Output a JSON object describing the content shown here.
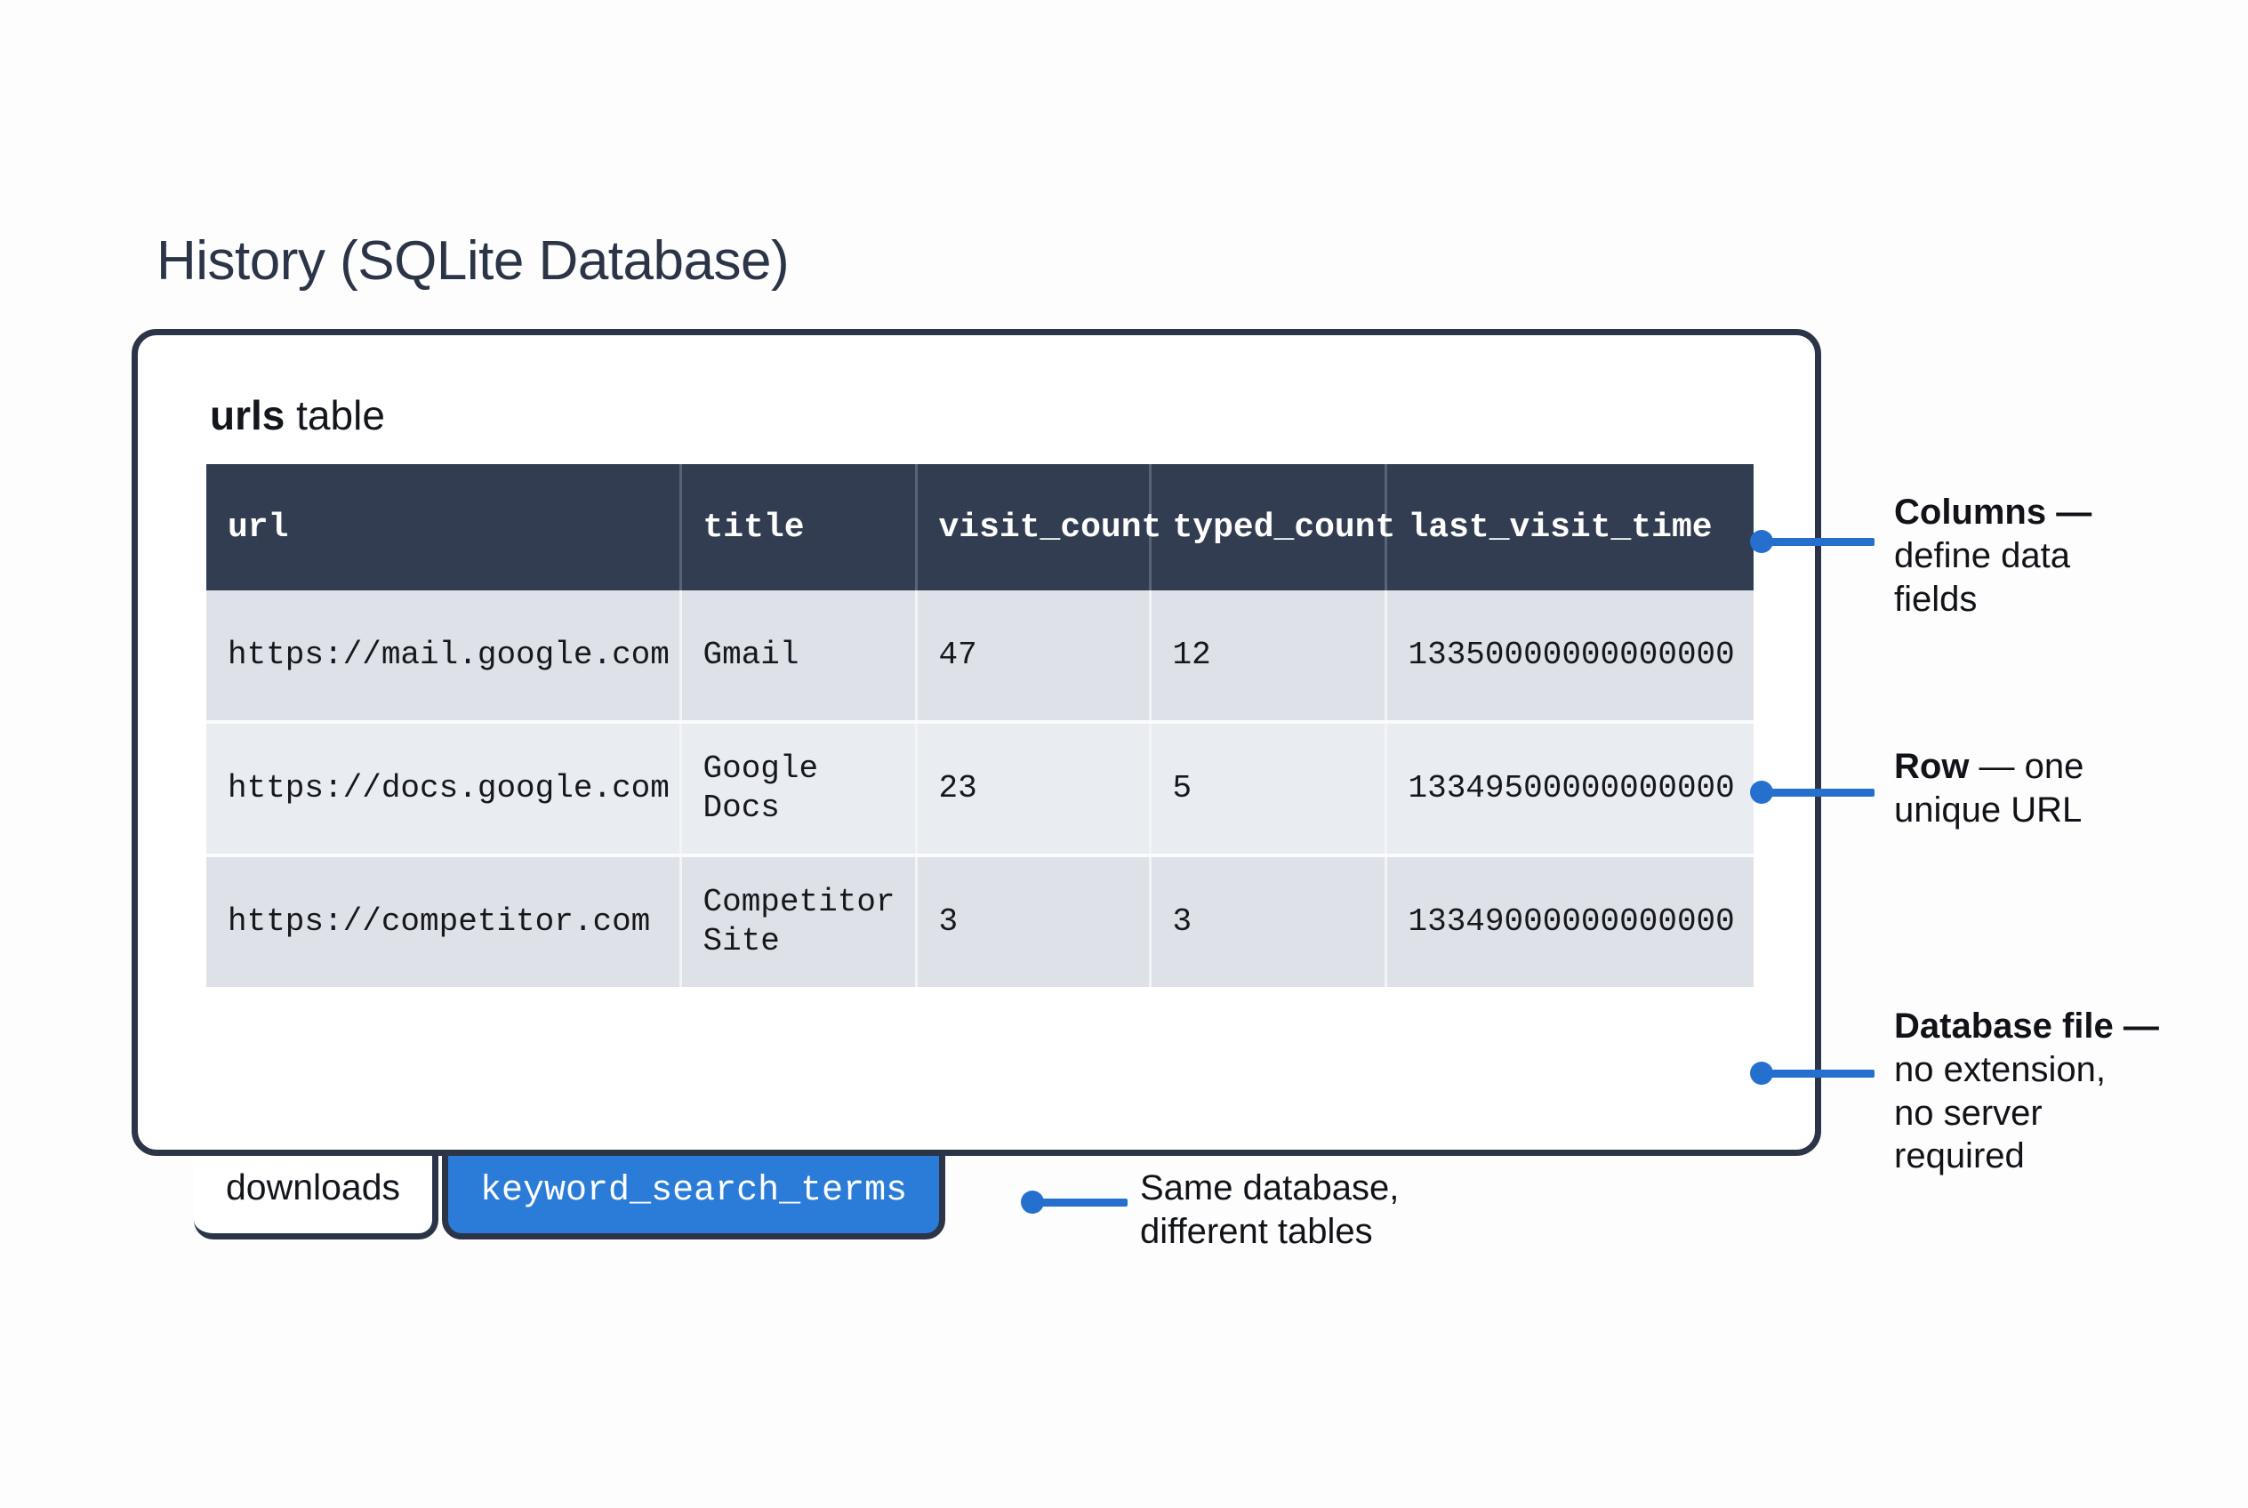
{
  "page_title": "History (SQLite Database)",
  "panel": {
    "caption_strong": "urls",
    "caption_light": " table"
  },
  "table": {
    "columns": [
      "url",
      "title",
      "visit_count",
      "typed_count",
      "last_visit_time"
    ],
    "rows": [
      {
        "url": "https://mail.google.com",
        "title": "Gmail",
        "visit_count": "47",
        "typed_count": "12",
        "last_visit_time": "13350000000000000"
      },
      {
        "url": "https://docs.google.com",
        "title": "Google\nDocs",
        "visit_count": "23",
        "typed_count": "5",
        "last_visit_time": "13349500000000000"
      },
      {
        "url": "https://competitor.com",
        "title": "Competitor\nSite",
        "visit_count": "3",
        "typed_count": "3",
        "last_visit_time": "13349000000000000"
      }
    ]
  },
  "tabs": [
    {
      "label": "downloads",
      "active": false
    },
    {
      "label": "keyword_search_terms",
      "active": true
    }
  ],
  "annotations": [
    {
      "id": "columns",
      "strong": "Columns —",
      "rest": "define data\nfields"
    },
    {
      "id": "row",
      "strong": "Row",
      "rest": " — one\nunique URL"
    },
    {
      "id": "database-file",
      "strong": "Database file —",
      "rest": "no extension,\nno server\nrequired"
    },
    {
      "id": "tables",
      "strong": "",
      "rest": "Same database,\ndifferent tables"
    }
  ],
  "colors": {
    "accent_blue": "#2570ce",
    "tab_blue": "#2b7cd8",
    "panel_border": "#2b3547",
    "table_header": "#333d52",
    "row_odd": "#dee2e8",
    "row_even": "#e9ecf1",
    "title_text": "#2b3547"
  }
}
